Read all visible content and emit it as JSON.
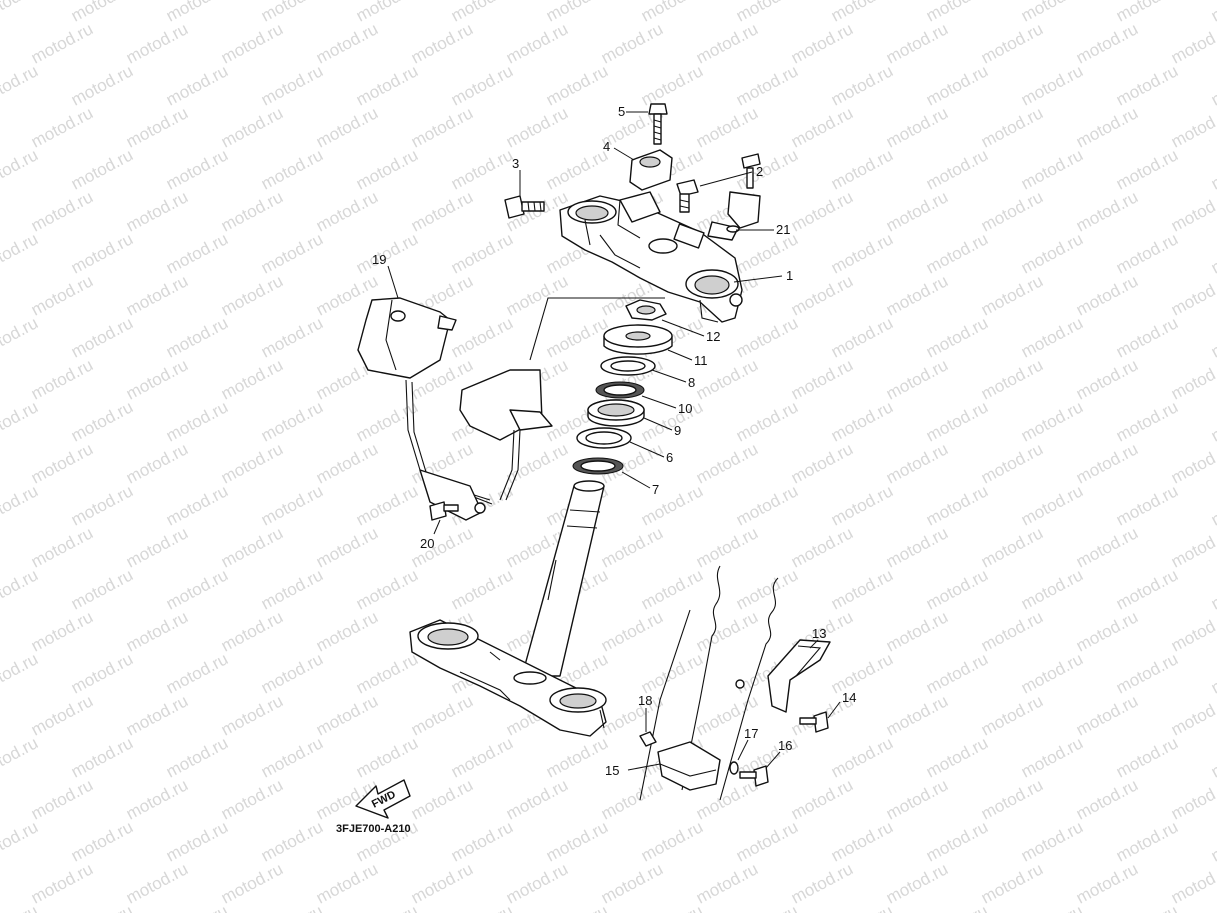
{
  "diagram": {
    "code": "3FJE700-A210",
    "watermark_text": "motod.ru",
    "fwd_label": "FWD",
    "callouts": [
      {
        "id": "c1",
        "text": "1"
      },
      {
        "id": "c2",
        "text": "2"
      },
      {
        "id": "c3",
        "text": "3"
      },
      {
        "id": "c4",
        "text": "4"
      },
      {
        "id": "c5",
        "text": "5"
      },
      {
        "id": "c6",
        "text": "6"
      },
      {
        "id": "c7",
        "text": "7"
      },
      {
        "id": "c8",
        "text": "8"
      },
      {
        "id": "c9",
        "text": "9"
      },
      {
        "id": "c10",
        "text": "10"
      },
      {
        "id": "c11",
        "text": "11"
      },
      {
        "id": "c12",
        "text": "12"
      },
      {
        "id": "c13",
        "text": "13"
      },
      {
        "id": "c14",
        "text": "14"
      },
      {
        "id": "c15",
        "text": "15"
      },
      {
        "id": "c16",
        "text": "16"
      },
      {
        "id": "c17",
        "text": "17"
      },
      {
        "id": "c18",
        "text": "18"
      },
      {
        "id": "c19",
        "text": "19"
      },
      {
        "id": "c20",
        "text": "20"
      },
      {
        "id": "c21",
        "text": "21"
      }
    ]
  }
}
